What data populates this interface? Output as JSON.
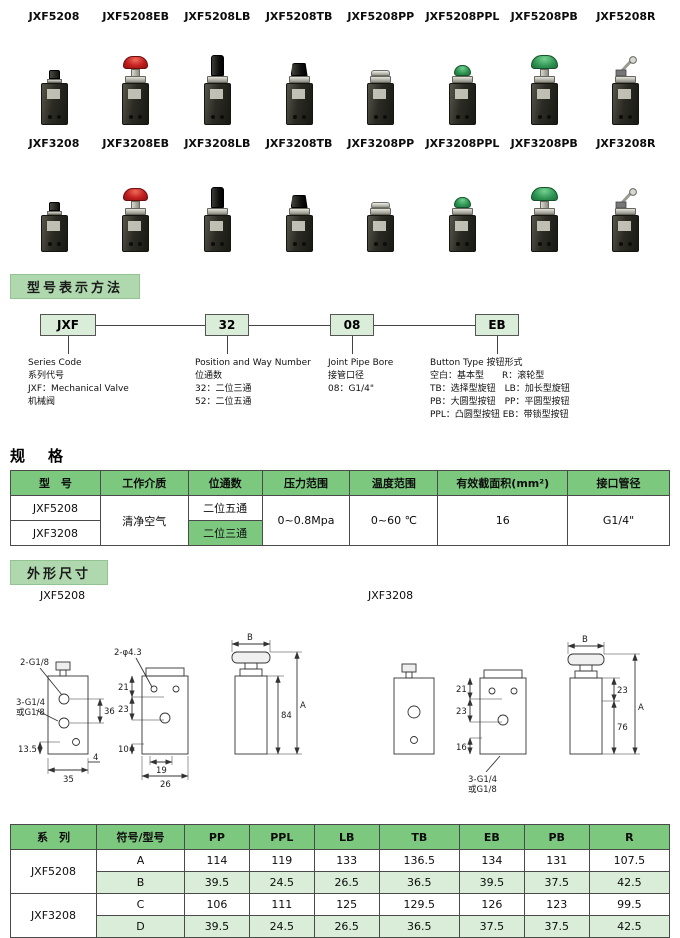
{
  "products": {
    "row1": [
      "JXF5208",
      "JXF5208EB",
      "JXF5208LB",
      "JXF5208TB",
      "JXF5208PP",
      "JXF5208PPL",
      "JXF5208PB",
      "JXF5208R"
    ],
    "row2": [
      "JXF3208",
      "JXF3208EB",
      "JXF3208LB",
      "JXF3208TB",
      "JXF3208PP",
      "JXF3208PPL",
      "JXF3208PB",
      "JXF3208R"
    ]
  },
  "model_section": {
    "title": "型号表示方法",
    "boxes": [
      "JXF",
      "32",
      "08",
      "EB"
    ],
    "col1": "Series Code\n系列代号\nJXF：Mechanical Valve\n机械阀",
    "col2": "Position and Way Number\n位通数\n32：二位三通\n52：二位五通",
    "col3": "Joint Pipe Bore\n接管口径\n08：G1/4\"",
    "col4": "Button Type 按钮形式\n空白：基本型　　R：滚轮型\nTB：选择型旋钮　LB：加长型旋钮\nPB：大圆型按钮　PP：平圆型按钮\nPPL：凸圆型按钮 EB：带锁型按钮"
  },
  "spec_section": {
    "title": "规　格",
    "headers": [
      "型　号",
      "工作介质",
      "位通数",
      "压力范围",
      "温度范围",
      "有效截面积(mm²)",
      "接口管径"
    ],
    "model1": "JXF5208",
    "model2": "JXF3208",
    "medium": "清净空气",
    "ways1": "二位五通",
    "ways2": "二位三通",
    "pressure": "0~0.8Mpa",
    "temp": "0~60 ℃",
    "area": "16",
    "port": "G1/4\""
  },
  "dims_section": {
    "title": "外形尺寸",
    "left_model": "JXF5208",
    "right_model": "JXF3208",
    "left": {
      "ports_top": "2-G1/8",
      "ports_side1": "3-G1/4",
      "ports_side2": "或G1/8",
      "d36": "36",
      "d13_5": "13.5",
      "d35": "35",
      "d4": "4",
      "holes": "2-φ4.3",
      "d21": "21",
      "d23": "23",
      "d10": "10",
      "d19": "19",
      "d26": "26",
      "dB": "B",
      "d84": "84",
      "dA": "A"
    },
    "right": {
      "d21": "21",
      "d23": "23",
      "d23r": "23",
      "d76": "76",
      "d16": "16",
      "ports1": "3-G1/4",
      "ports2": "或G1/8",
      "dB": "B",
      "dA": "A"
    }
  },
  "dim_table": {
    "header_series": "系　列",
    "header_symbol": "符号/型号",
    "cols": [
      "PP",
      "PPL",
      "LB",
      "TB",
      "EB",
      "PB",
      "R"
    ],
    "series1": "JXF5208",
    "series2": "JXF3208",
    "rows": [
      {
        "sym": "A",
        "v": [
          "114",
          "119",
          "133",
          "136.5",
          "134",
          "131",
          "107.5"
        ]
      },
      {
        "sym": "B",
        "v": [
          "39.5",
          "24.5",
          "26.5",
          "36.5",
          "39.5",
          "37.5",
          "42.5"
        ]
      },
      {
        "sym": "C",
        "v": [
          "106",
          "111",
          "125",
          "129.5",
          "126",
          "123",
          "99.5"
        ]
      },
      {
        "sym": "D",
        "v": [
          "39.5",
          "24.5",
          "26.5",
          "36.5",
          "37.5",
          "37.5",
          "42.5"
        ]
      }
    ]
  }
}
